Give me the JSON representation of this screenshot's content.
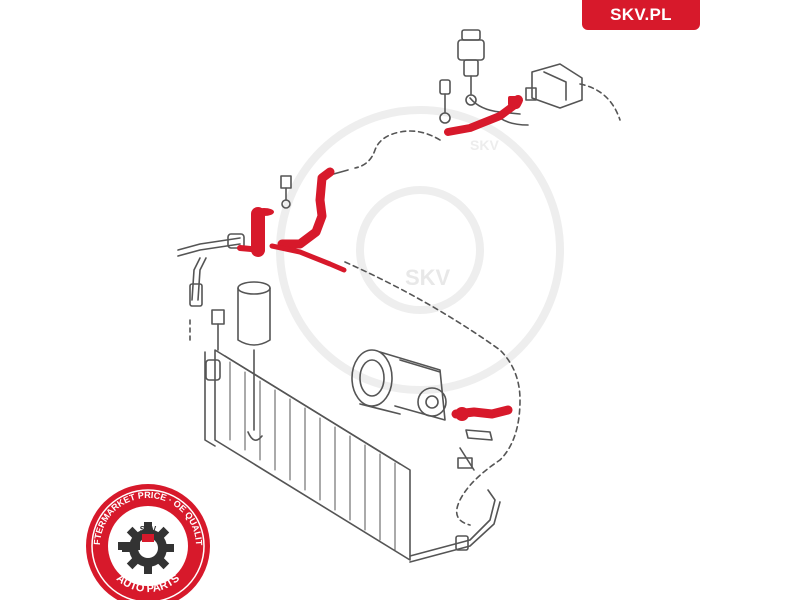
{
  "brand": {
    "label": "SKV.PL",
    "color": "#d7192b"
  },
  "watermark": {
    "text": "SKV",
    "color": "#eeeeee"
  },
  "seal": {
    "top_text": "AFTERMARKET PRICE · OE QUALITY",
    "bottom_text": "AUTO PARTS",
    "center_text": "SKV",
    "color": "#d7192b"
  },
  "highlight": {
    "part": "red-ac-hose",
    "color": "#d7192b"
  },
  "line_color": "#555555"
}
